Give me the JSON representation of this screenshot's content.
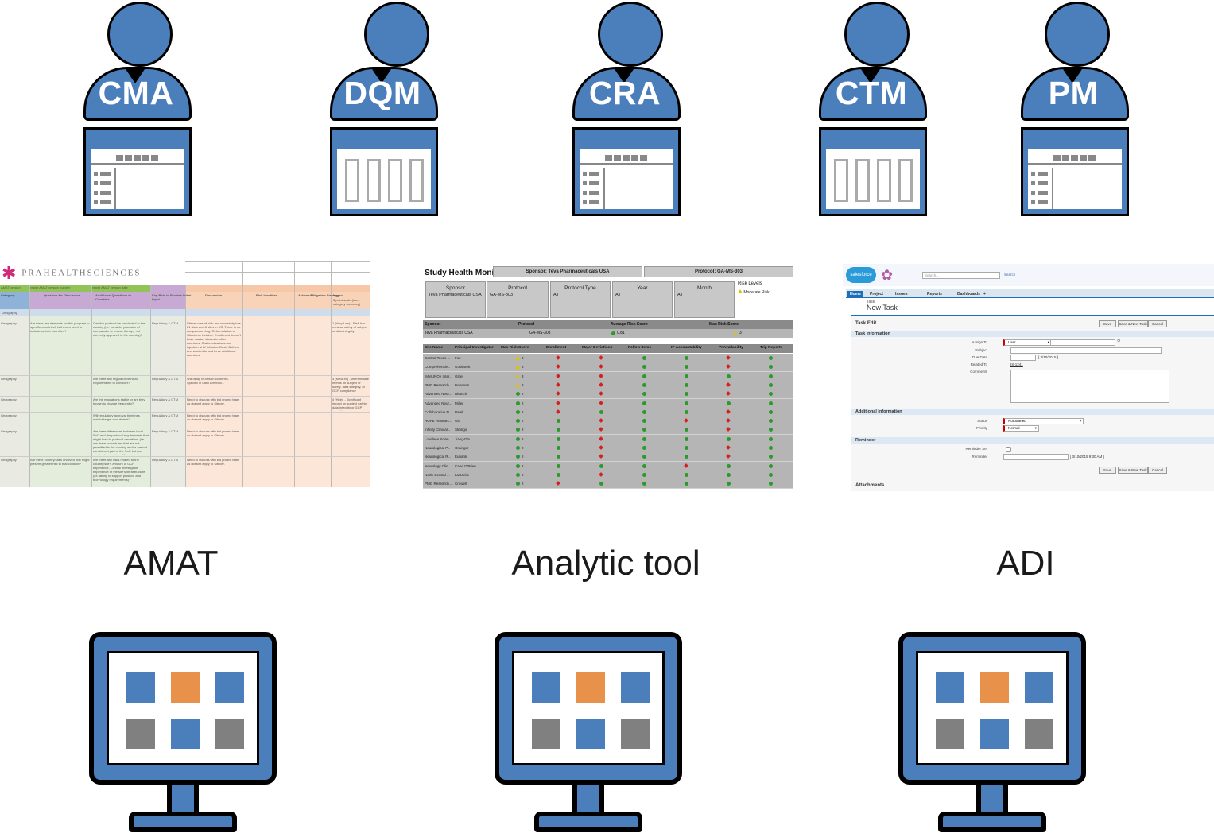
{
  "roles": [
    {
      "label": "CMA",
      "window": "list"
    },
    {
      "label": "DQM",
      "window": "grid"
    },
    {
      "label": "CRA",
      "window": "list"
    },
    {
      "label": "CTM",
      "window": "grid"
    },
    {
      "label": "PM",
      "window": "list"
    }
  ],
  "colors": {
    "persona_blue": "#4b7fbc",
    "tile_blue": "#4b7fbc",
    "tile_orange": "#e8914a",
    "tile_gray": "#808080",
    "outline": "#000000"
  },
  "amat": {
    "logo": "PRAHEALTHSCIENCES",
    "header_row1": [
      "AMAT version",
      "rester AMAT version number",
      "rester AMAT version date"
    ],
    "columns": [
      "Category",
      "Question for Discussion",
      "Additional Questions to Consider",
      "Key Role to Provide Initial Input",
      "Discussion",
      "Risk Identified",
      "Actions/Mitigation Strategy",
      "Impact"
    ],
    "impact_sub": "5 point scale (low > category summary)",
    "category_label": "Geography",
    "rows": [
      {
        "category": "Geography",
        "question": "Are there requirements for this program to specific countries? Is there a need to include certain countries?",
        "additional": "Can the protocol be conducted in the country (i.e. consider provision of comparator or rescue therapy not currently approved in the country)?",
        "role": "Regulatory & CTM",
        "discussion": "Sitecer was of sink and new study has 81 sites and 8 sites in US. There is no comparator drug. Reformulation of Sitecirmer Ketable. Enrollment doesn't have market shares in other countries. Oral medications and injection at IV infusion. David Bothen and wanted to add three additional countries.",
        "impact": "1 (Very Low) - Risk has minimal safety of subject or data integrity"
      },
      {
        "category": "Geography",
        "question": "",
        "additional": "Are there any regulatory/ethical requirements to consider?",
        "role": "Regulatory & CTM",
        "discussion": "Will delay in certain countries. Specific in Latin America...",
        "impact": "3 (Medium) - Intermediate effects on subject of safety, data integrity, or GCP compliance"
      },
      {
        "category": "Geography",
        "question": "",
        "additional": "Are the regulations stable or are they known to change frequently?",
        "role": "Regulatory & CTM",
        "discussion": "Need to discuss with bid project team as doesn't apply to Sitecer.",
        "impact": "4 (High) - Significant impact on subject safety, data integrity or GCP compliance"
      },
      {
        "category": "Geography",
        "question": "",
        "additional": "Will regulatory approval timelines restrict target recruitment?",
        "role": "Regulatory & CTM",
        "discussion": "Need to discuss with bid project team as doesn't apply to Sitecer.",
        "impact": ""
      },
      {
        "category": "Geography",
        "question": "",
        "additional": "Are there differences between local SoC and the protocol requirements that might lead to protocol deviations (i.e. are there procedures that are not permitted in the country and/or are not considered part of the SoC but are required per protocol)?",
        "role": "Regulatory & CTM",
        "discussion": "Need to discuss with bid project team as doesn't apply to Sitecer.",
        "impact": ""
      },
      {
        "category": "Geography",
        "question": "Are there country/sites involved that might present greater risk to trial conduct?",
        "additional": "Are there any risks related to the country/site's amount of GCP experience, Clinical Investigator experience or the site's infrastructure (i.e. ability to support protocol and technology requirements)?",
        "role": "Regulatory & CTM",
        "discussion": "Need to discuss with bid project team as doesn't apply to Sitecer.",
        "impact": ""
      }
    ]
  },
  "analytic": {
    "title": "Study Health Monitor",
    "sponsor_banner": "Sponsor: Teva Pharmaceuticals USA",
    "protocol_banner": "Protocol: GA-MS-303",
    "filters": [
      {
        "label": "Sponsor",
        "value": "Teva Pharmaceuticals USA"
      },
      {
        "label": "Protocol",
        "value": "GA-MS-303"
      },
      {
        "label": "Protocol Type",
        "value": "All"
      },
      {
        "label": "Year",
        "value": "All"
      },
      {
        "label": "Month",
        "value": "All"
      }
    ],
    "risk_levels_label": "Risk Levels",
    "risk_level_item": "Moderate Risk",
    "summary_headers": [
      "Sponsor",
      "Protocol",
      "Average Risk Score",
      "Max Risk Score"
    ],
    "summary_values": [
      "Teva Pharmaceuticals USA",
      "GA-MS-303",
      "0.81",
      "3"
    ],
    "site_headers": [
      "Site Name",
      "Principal Investigator",
      "Max Risk Score",
      "Enrollment",
      "Major Deviations",
      "Follow Items",
      "IP Accountability",
      "PI Availability",
      "Trip Reports"
    ],
    "sites": [
      {
        "site": "Central Texas ...",
        "pi": "Fox",
        "score": "3",
        "marks": [
          "tri",
          "dia",
          "dia",
          "dot",
          "dot",
          "dia",
          "dot"
        ]
      },
      {
        "site": "Comprehensiv...",
        "pi": "Godesteit",
        "score": "3",
        "marks": [
          "tri",
          "dia",
          "dia",
          "dot",
          "dot",
          "dia",
          "dot"
        ]
      },
      {
        "site": "IMMUNOe Inter...",
        "pi": "Gitter",
        "score": "3",
        "marks": [
          "tri",
          "dia",
          "dia",
          "dot",
          "dot",
          "dot",
          "dot"
        ]
      },
      {
        "site": "PMG Research ...",
        "pi": "Borresen",
        "score": "3",
        "marks": [
          "tri",
          "dia",
          "dia",
          "dot",
          "dot",
          "dia",
          "dot"
        ]
      },
      {
        "site": "Advanced Neur...",
        "pi": "Dietrich",
        "score": "2",
        "marks": [
          "dot",
          "dia",
          "dia",
          "dot",
          "dot",
          "dia",
          "dot"
        ]
      },
      {
        "site": "Advanced Neur...",
        "pi": "Miller",
        "score": "2",
        "marks": [
          "dot",
          "dia",
          "dia",
          "dot",
          "dot",
          "dot",
          "dot"
        ]
      },
      {
        "site": "Collaborative N...",
        "pi": "Patel",
        "score": "2",
        "marks": [
          "dot",
          "dia",
          "dot",
          "dot",
          "dot",
          "dia",
          "dot"
        ]
      },
      {
        "site": "HOPE Researc...",
        "pi": "Gitt",
        "score": "2",
        "marks": [
          "dot",
          "dot",
          "dia",
          "dot",
          "dia",
          "dia",
          "dot"
        ]
      },
      {
        "site": "Infinity Clinical...",
        "pi": "Steingo",
        "score": "2",
        "marks": [
          "dot",
          "dot",
          "dia",
          "dot",
          "dot",
          "dia",
          "dot"
        ]
      },
      {
        "site": "Lovelace Scien...",
        "pi": "Jiang-Din",
        "score": "2",
        "marks": [
          "dot",
          "dot",
          "dia",
          "dot",
          "dot",
          "dot",
          "dot"
        ]
      },
      {
        "site": "Neurological P...",
        "pi": "Grainger",
        "score": "2",
        "marks": [
          "dot",
          "dot",
          "dia",
          "dot",
          "dot",
          "dia",
          "dot"
        ]
      },
      {
        "site": "Neurological R...",
        "pi": "Eubank",
        "score": "2",
        "marks": [
          "dot",
          "dot",
          "dia",
          "dot",
          "dot",
          "dia",
          "dot"
        ]
      },
      {
        "site": "Neurology Clin...",
        "pi": "Cape O'Brien",
        "score": "2",
        "marks": [
          "dot",
          "dot",
          "dot",
          "dot",
          "dia",
          "dot",
          "dot"
        ]
      },
      {
        "site": "North Central ...",
        "pi": "LaGanke",
        "score": "2",
        "marks": [
          "dot",
          "dot",
          "dia",
          "dot",
          "dot",
          "dot",
          "dot"
        ]
      },
      {
        "site": "PMG Research ...",
        "pi": "Crowell",
        "score": "2",
        "marks": [
          "dot",
          "dia",
          "dot",
          "dot",
          "dot",
          "dot",
          "dot"
        ]
      }
    ]
  },
  "adi": {
    "logo": "salesforce",
    "search_placeholder": "Search...",
    "search_button": "Search",
    "tabs": [
      "Home",
      "Project",
      "Issues",
      "Reports",
      "Dashboards",
      "+"
    ],
    "crumb": "Task",
    "title": "New Task",
    "section_edit": "Task Edit",
    "buttons": [
      "Save",
      "Save & New Task",
      "Cancel"
    ],
    "section_info": "Task Information",
    "fields": [
      {
        "label": "Assign To",
        "value": "User"
      },
      {
        "label": "Subject",
        "value": ""
      },
      {
        "label": "Due Date",
        "value": "[ 3/10/2015 ]"
      },
      {
        "label": "Related To",
        "value": "IS-1241"
      },
      {
        "label": "Comments",
        "value": ""
      }
    ],
    "section_additional": "Additional Information",
    "status_label": "Status",
    "status_value": "Not Started",
    "priority_label": "Priority",
    "priority_value": "Normal",
    "section_reminder": "Reminder",
    "reminder_set_label": "Reminder Set",
    "reminder_label": "Reminder",
    "reminder_value": "[ 3/10/2015 9:30 AM ]",
    "section_attachments": "Attachments"
  },
  "tools": [
    {
      "label": "AMAT"
    },
    {
      "label": "Analytic tool"
    },
    {
      "label": "ADI"
    }
  ],
  "monitor_tiles": [
    "blue",
    "orange",
    "blue",
    "gray",
    "blue",
    "gray"
  ]
}
